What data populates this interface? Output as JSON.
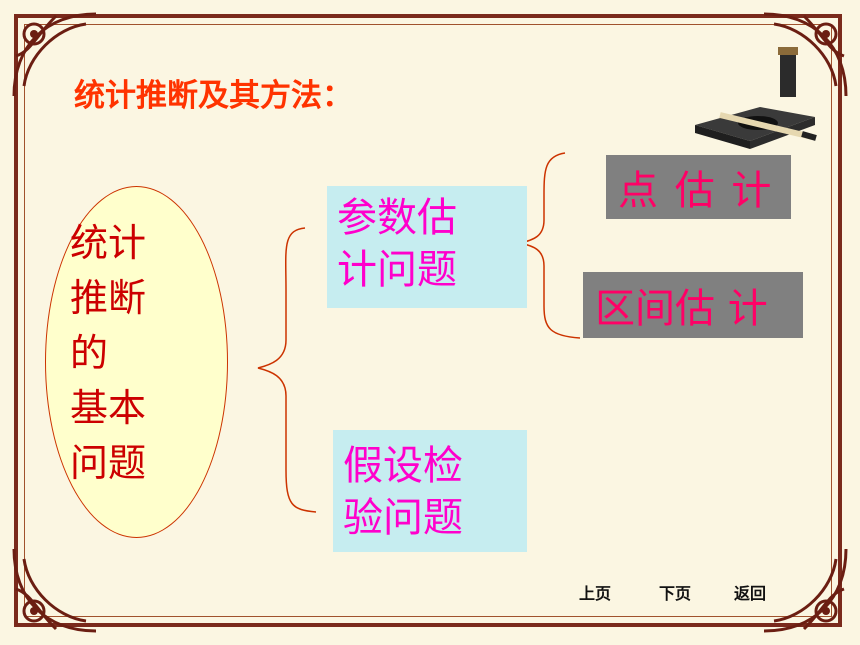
{
  "heading": "统计推断及其方法：",
  "central": {
    "lines": [
      "统计",
      "推断",
      " 的",
      "基本",
      "问题"
    ]
  },
  "box_parameter": {
    "lines": [
      "参数估",
      "计问题"
    ]
  },
  "box_hypothesis": {
    "lines": [
      "假设检",
      "验问题"
    ]
  },
  "point_estimation": "点 估 计",
  "interval_estimation": "区间估 计",
  "nav": {
    "prev": "上页",
    "next": "下页",
    "back": "返回"
  },
  "colors": {
    "heading": "#ff3300",
    "central_text": "#cc0000",
    "box_text": "#FF00CC",
    "gray_box_text": "#FF0066",
    "box_bg": "#C6EDF0",
    "gray_bg": "#808080",
    "frame": "#7a2a1c"
  }
}
